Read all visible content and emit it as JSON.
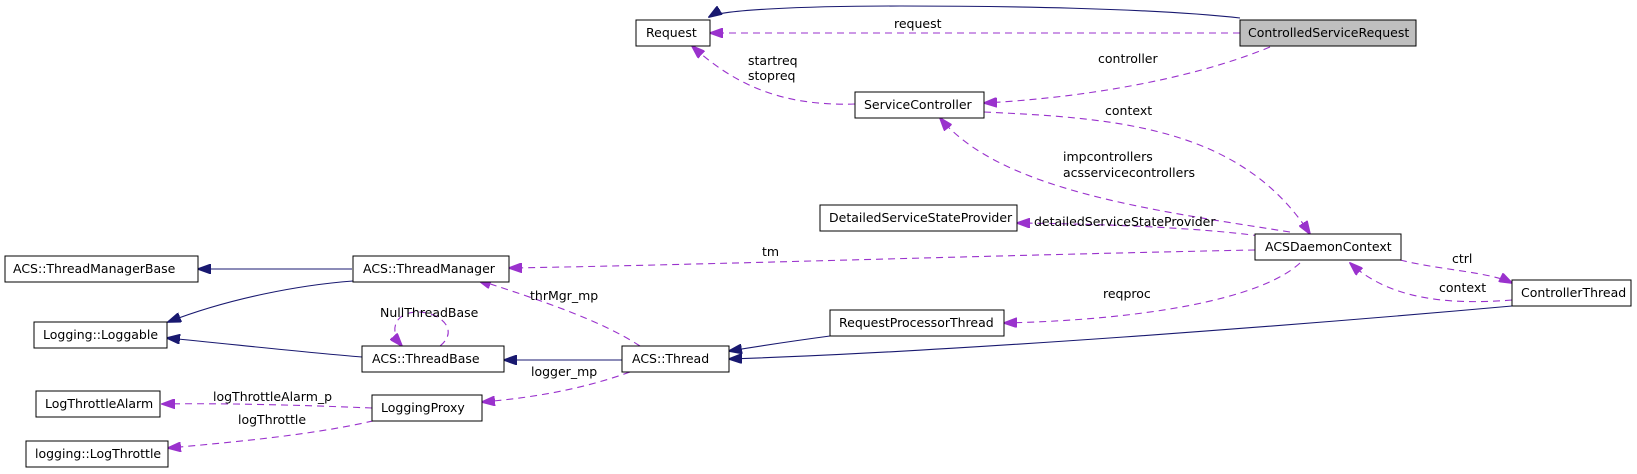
{
  "nodes": {
    "request": "Request",
    "controlled_service_request": "ControlledServiceRequest",
    "service_controller": "ServiceController",
    "detailed_service_state_provider": "DetailedServiceStateProvider",
    "acs_daemon_context": "ACSDaemonContext",
    "controller_thread": "ControllerThread",
    "thread_manager_base": "ACS::ThreadManagerBase",
    "thread_manager": "ACS::ThreadManager",
    "loggable": "Logging::Loggable",
    "thread_base": "ACS::ThreadBase",
    "thread": "ACS::Thread",
    "request_processor_thread": "RequestProcessorThread",
    "log_throttle_alarm": "LogThrottleAlarm",
    "logging_proxy": "LoggingProxy",
    "log_throttle": "logging::LogThrottle"
  },
  "edge_labels": {
    "request": "request",
    "startreq": "startreq",
    "stopreq": "stopreq",
    "controller": "controller",
    "context_sc": "context",
    "impcontrollers": "impcontrollers",
    "acsservicecontrollers": "acsservicecontrollers",
    "detailed_service_state_provider": "detailedServiceStateProvider",
    "tm": "tm",
    "ctrl": "ctrl",
    "context_ct": "context",
    "reqproc": "reqproc",
    "thrmgr_mp": "thrMgr_mp",
    "null_thread_base": "NullThreadBase",
    "logger_mp": "logger_mp",
    "log_throttle_alarm_p": "logThrottleAlarm_p",
    "log_throttle": "logThrottle"
  },
  "colors": {
    "inheritance_edge": "#191970",
    "usage_edge": "#9a32cd",
    "highlighted_node": "#bfbfbf"
  }
}
